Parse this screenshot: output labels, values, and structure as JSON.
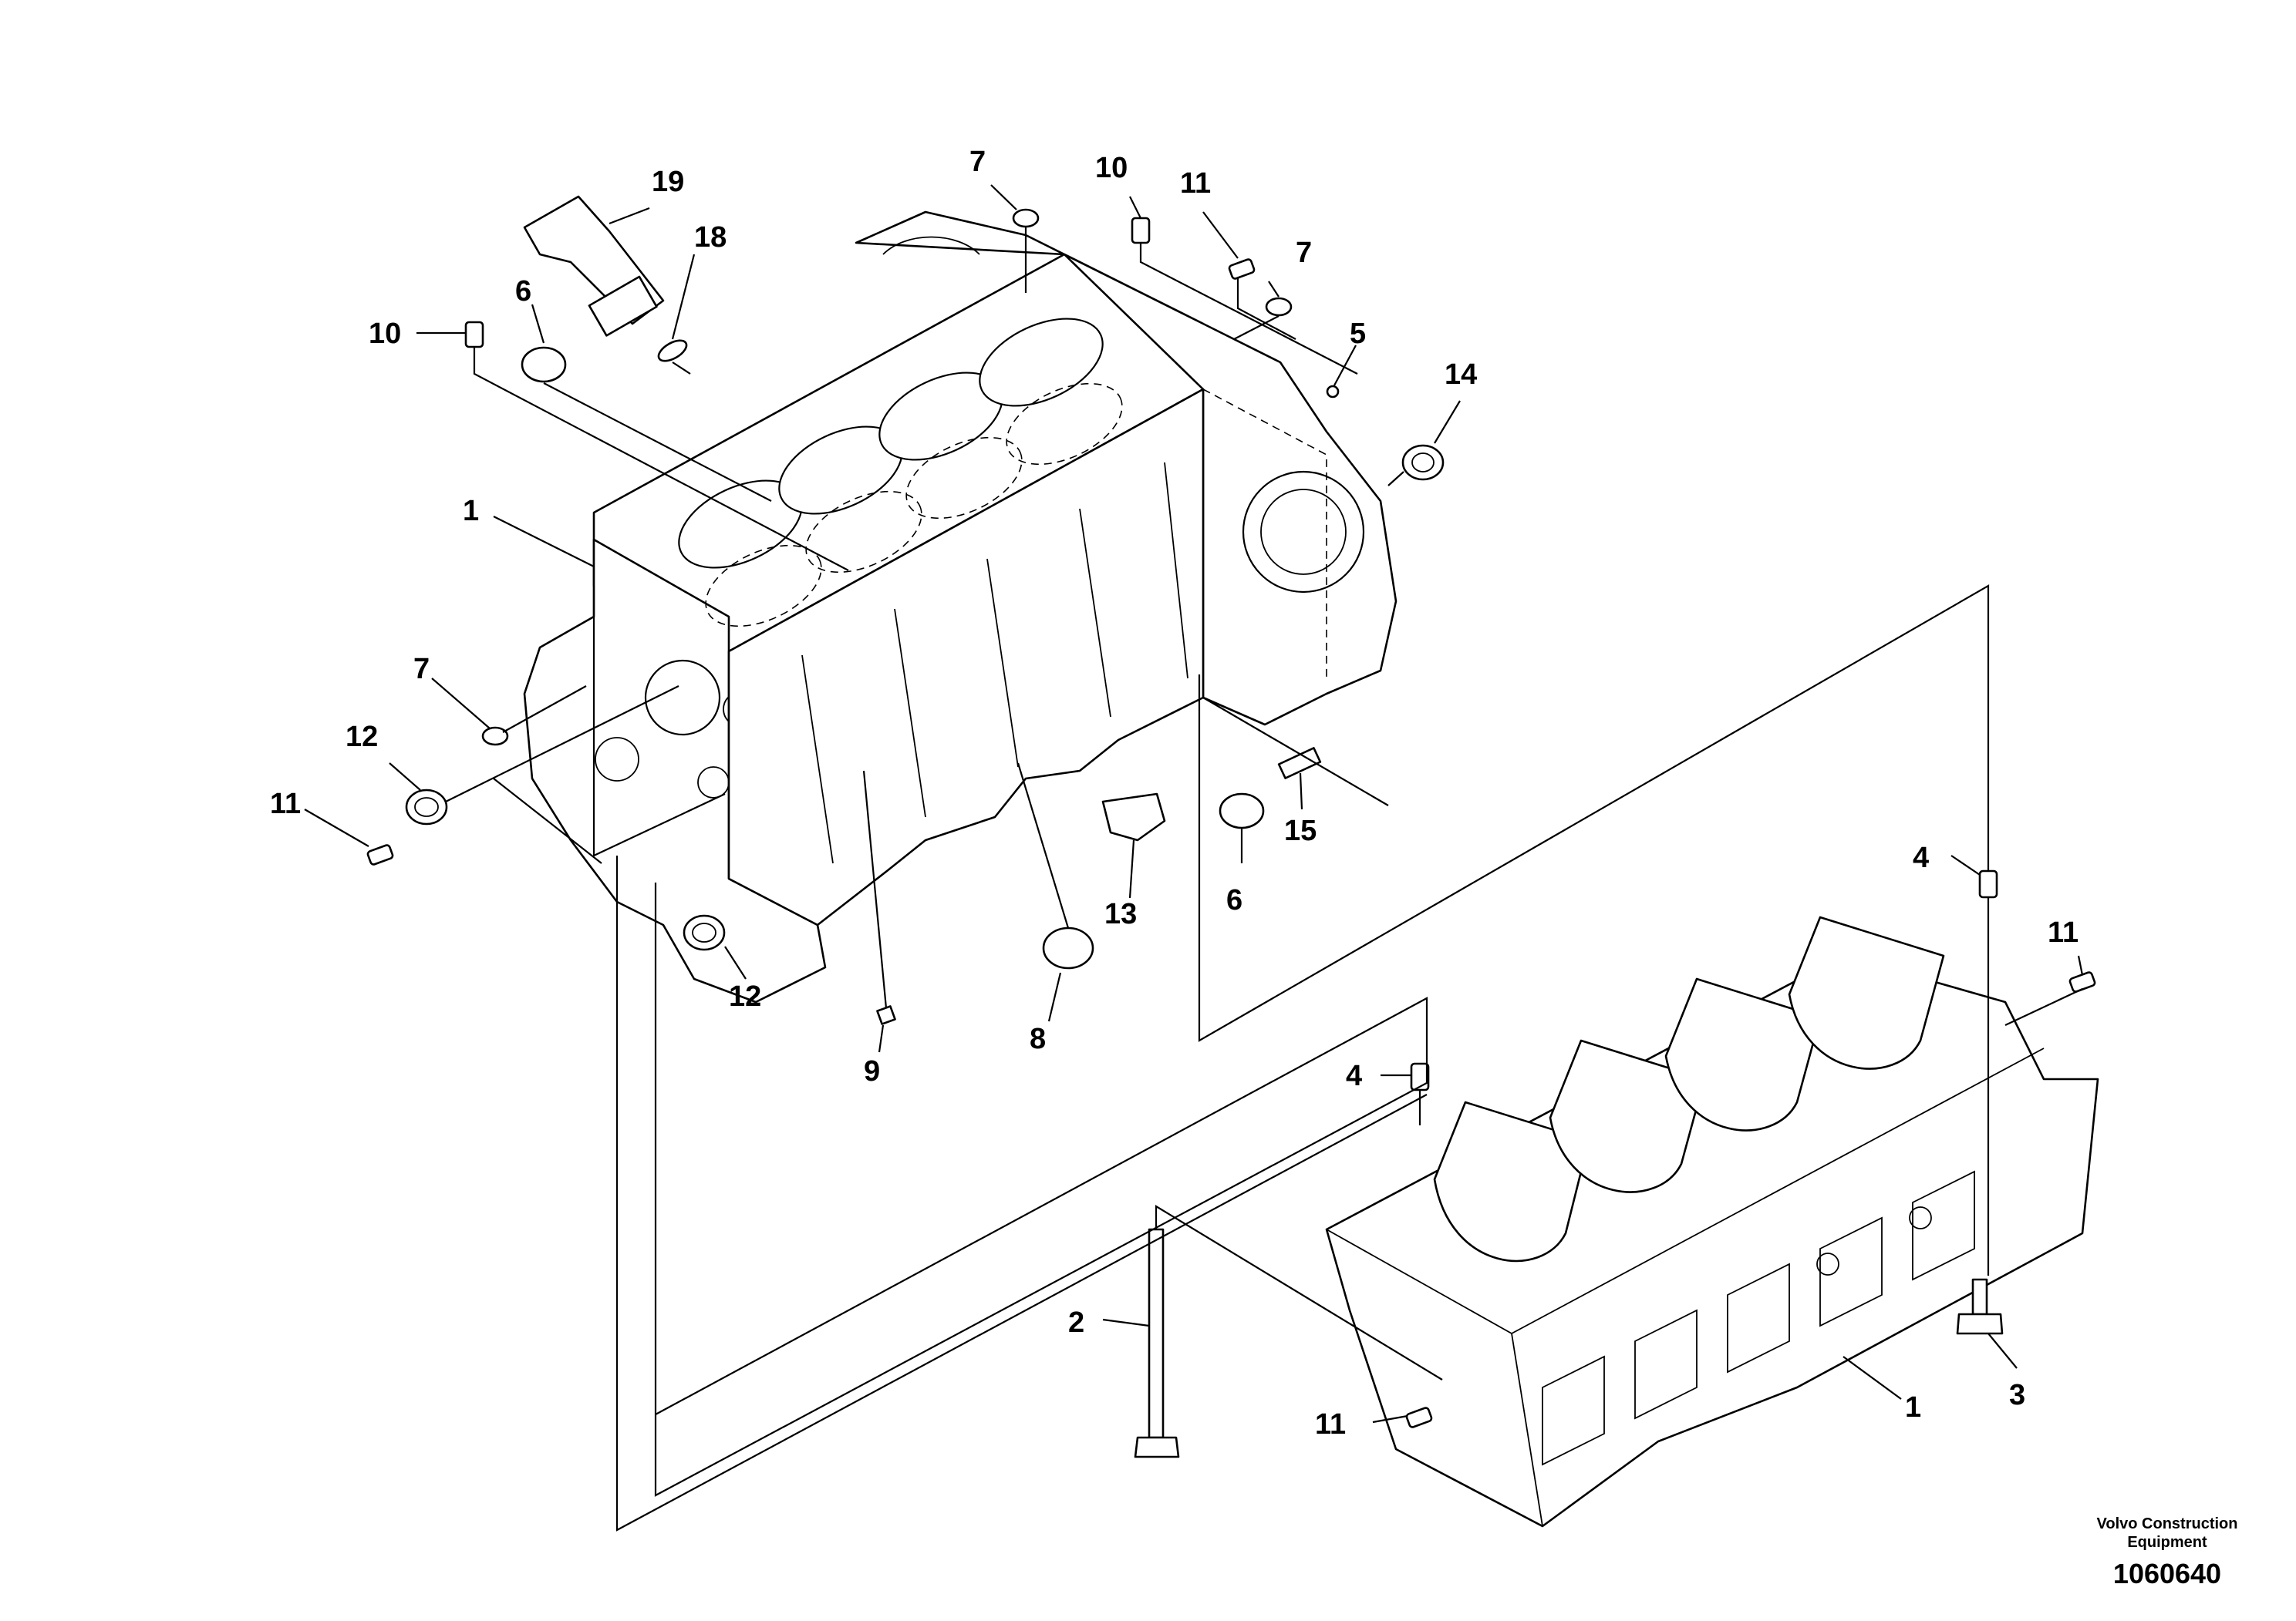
{
  "callouts": [
    {
      "id": "c19",
      "label": "19"
    },
    {
      "id": "c18",
      "label": "18"
    },
    {
      "id": "c6a",
      "label": "6"
    },
    {
      "id": "c10a",
      "label": "10"
    },
    {
      "id": "c7a",
      "label": "7"
    },
    {
      "id": "c10b",
      "label": "10"
    },
    {
      "id": "c11a",
      "label": "11"
    },
    {
      "id": "c7b",
      "label": "7"
    },
    {
      "id": "c5",
      "label": "5"
    },
    {
      "id": "c14",
      "label": "14"
    },
    {
      "id": "c1a",
      "label": "1"
    },
    {
      "id": "c7c",
      "label": "7"
    },
    {
      "id": "c12a",
      "label": "12"
    },
    {
      "id": "c11b",
      "label": "11"
    },
    {
      "id": "c15",
      "label": "15"
    },
    {
      "id": "c6b",
      "label": "6"
    },
    {
      "id": "c13",
      "label": "13"
    },
    {
      "id": "c12b",
      "label": "12"
    },
    {
      "id": "c8",
      "label": "8"
    },
    {
      "id": "c9",
      "label": "9"
    },
    {
      "id": "c4a",
      "label": "4"
    },
    {
      "id": "c11c",
      "label": "11"
    },
    {
      "id": "c4b",
      "label": "4"
    },
    {
      "id": "c2",
      "label": "2"
    },
    {
      "id": "c11d",
      "label": "11"
    },
    {
      "id": "c1b",
      "label": "1"
    },
    {
      "id": "c3",
      "label": "3"
    }
  ],
  "credit": {
    "line1": "Volvo Construction",
    "line2": "Equipment"
  },
  "drawing_number": "1060640"
}
